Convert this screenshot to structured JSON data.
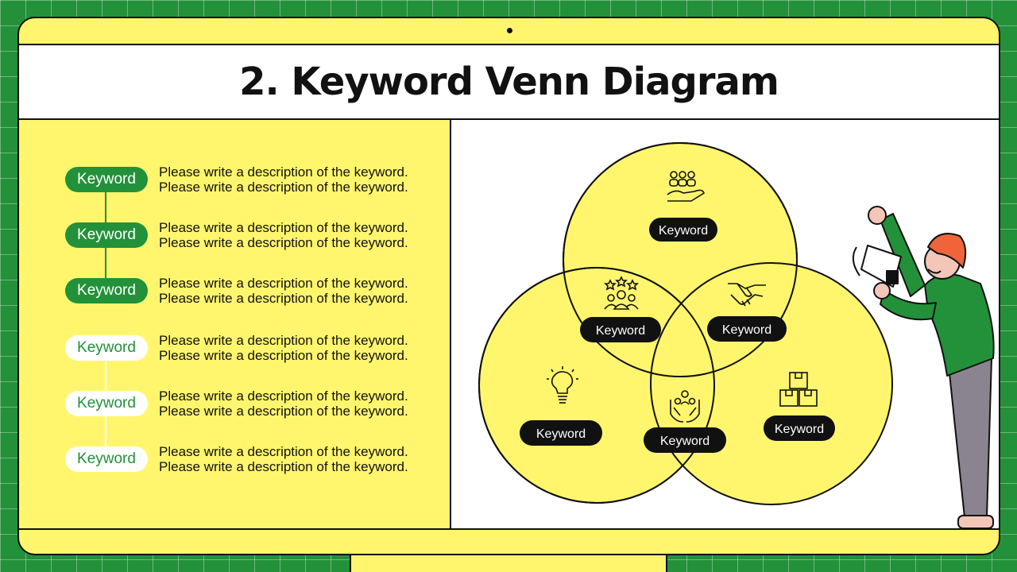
{
  "title": "2. Keyword Venn Diagram",
  "keyword_list": [
    {
      "label": "Keyword",
      "line1": "Please write a description of the keyword.",
      "line2": "Please write a description of the keyword."
    },
    {
      "label": "Keyword",
      "line1": "Please write a description of the keyword.",
      "line2": "Please write a description of the keyword."
    },
    {
      "label": "Keyword",
      "line1": "Please write a description of the keyword.",
      "line2": "Please write a description of the keyword."
    },
    {
      "label": "Keyword",
      "line1": "Please write a description of the keyword.",
      "line2": "Please write a description of the keyword."
    },
    {
      "label": "Keyword",
      "line1": "Please write a description of the keyword.",
      "line2": "Please write a description of the keyword."
    },
    {
      "label": "Keyword",
      "line1": "Please write a description of the keyword.",
      "line2": "Please write a description of the keyword."
    }
  ],
  "venn": {
    "badges": {
      "top": "Keyword",
      "left": "Keyword",
      "right": "Keyword",
      "overlap_top_left": "Keyword",
      "overlap_top_right": "Keyword",
      "center_bottom": "Keyword"
    },
    "icons": [
      "people-hand-icon",
      "team-stars-icon",
      "handshake-icon",
      "lightbulb-icon",
      "hands-people-icon",
      "boxes-icon"
    ]
  },
  "colors": {
    "green": "#23913a",
    "yellow": "#fff66e",
    "black": "#111111",
    "white": "#ffffff"
  }
}
